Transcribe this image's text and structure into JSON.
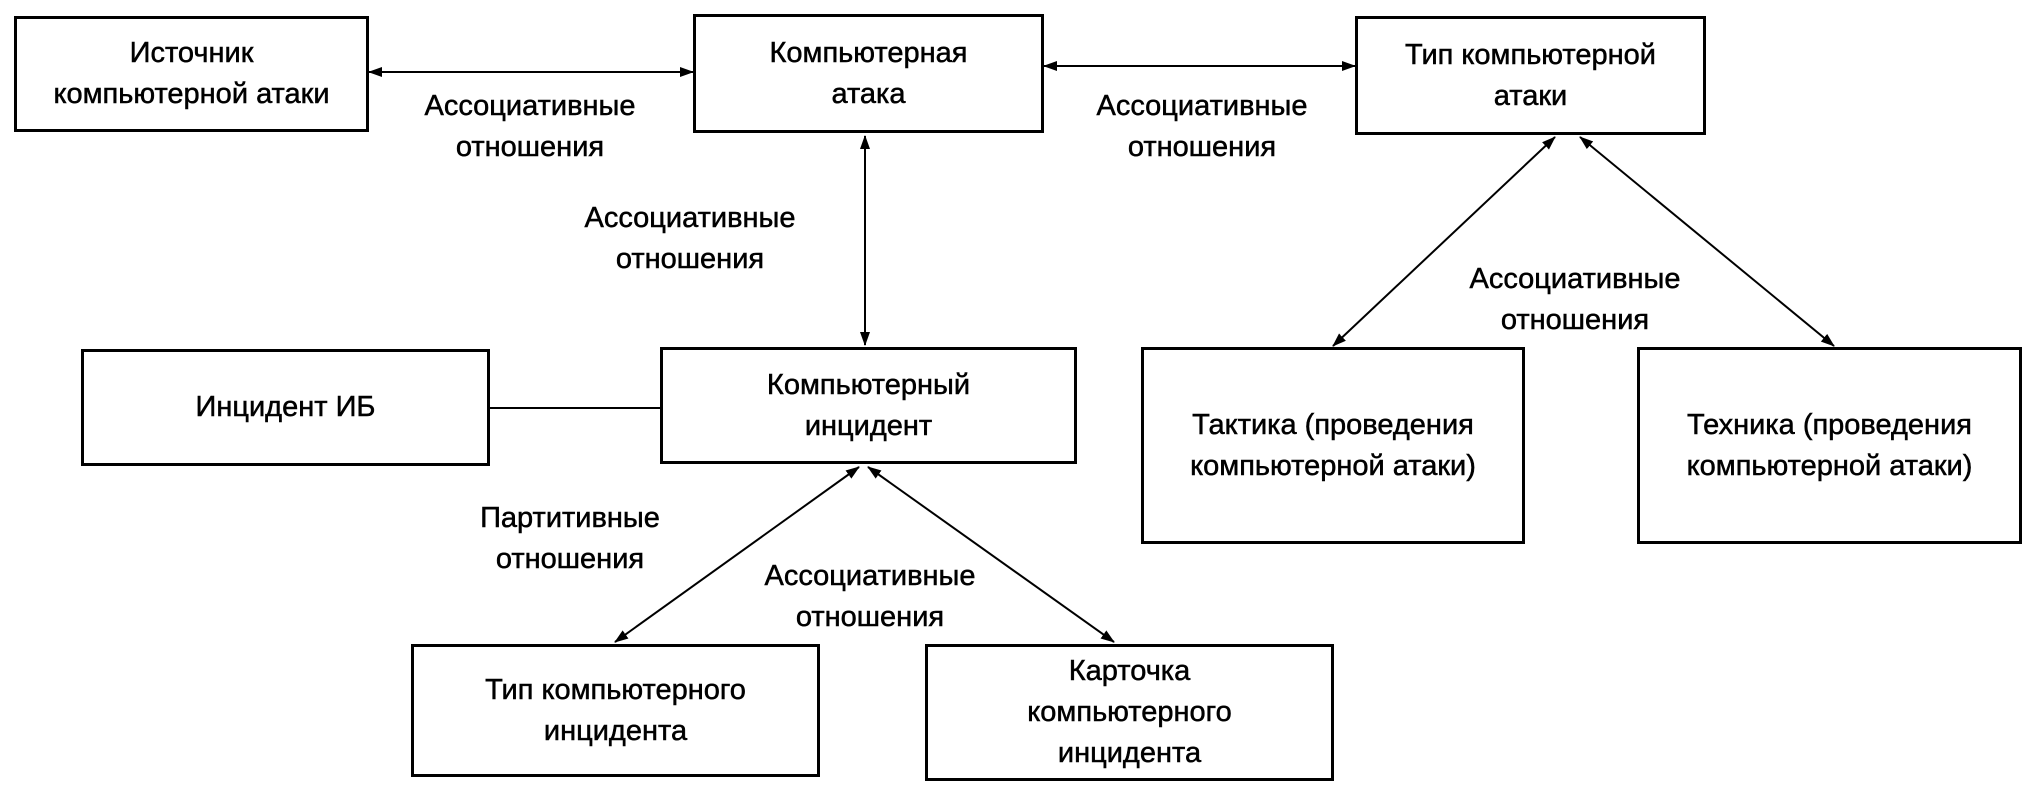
{
  "diagram": {
    "nodes": {
      "attack_source": "Источник\nкомпьютерной атаки",
      "computer_attack": "Компьютерная\nатака",
      "attack_type": "Тип компьютерной\nатаки",
      "is_incident": "Инцидент ИБ",
      "computer_incident": "Компьютерный\nинцидент",
      "tactic": "Тактика (проведения\nкомпьютерной атаки)",
      "technique": "Техника (проведения\nкомпьютерной атаки)",
      "incident_type": "Тип компьютерного\nинцидента",
      "incident_card": "Карточка\nкомпьютерного\nинцидента"
    },
    "edge_labels": {
      "source_attack": "Ассоциативные\nотношения",
      "attack_type": "Ассоциативные\nотношения",
      "attack_incident": "Ассоциативные\nотношения",
      "type_tactic_technique": "Ассоциативные\nотношения",
      "incident_type": "Партитивные\nотношения",
      "incident_card": "Ассоциативные\nотношения"
    }
  }
}
